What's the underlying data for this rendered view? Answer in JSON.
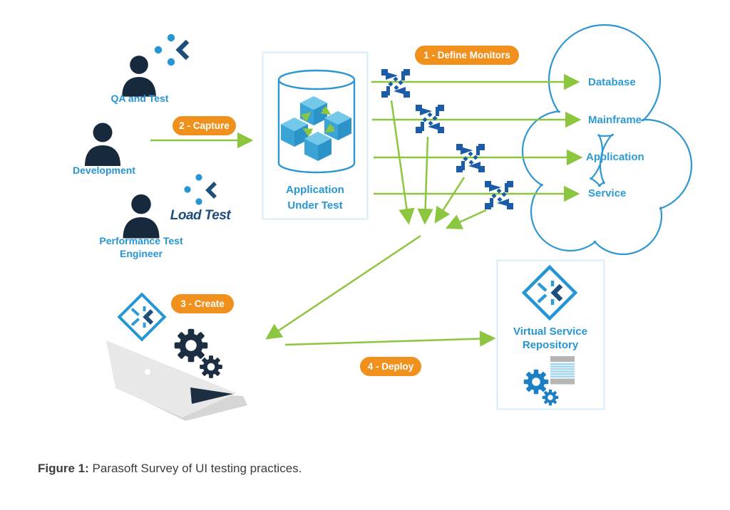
{
  "figure_caption": {
    "prefix": "Figure 1:",
    "text": " Parasoft Survey of UI testing practices."
  },
  "actors": {
    "qa": "QA and Test",
    "development": "Development",
    "performance": "Performance Test\nEngineer"
  },
  "logos": {
    "load_test": "Load Test"
  },
  "steps": {
    "define_monitors": "1 - Define Monitors",
    "capture": "2 - Capture",
    "create": "3 - Create",
    "deploy": "4 - Deploy"
  },
  "nodes": {
    "aut": "Application\nUnder Test",
    "repository": "Virtual Service\nRepository"
  },
  "cloud": {
    "endpoints": [
      "Database",
      "Mainframe",
      "Application",
      "Service"
    ]
  },
  "icons": {
    "person-icon": "dark navy user silhouette",
    "soatest-icon": "three blue dots with navy left chevron",
    "loadtest-icon": "three blue dots with navy left chevron",
    "monitor-icon": "blue corner-bracket message monitor glyph",
    "virtualize-diamond-icon": "blue diamond with arrows mark",
    "cube-icon": "3D blue cube",
    "cloud-icon": "outlined cloud",
    "cylinder-icon": "outlined database cylinder",
    "laptop-icon": "gray laptop",
    "gear-icon": "cog wheel",
    "virtual-asset-file-icon": "striped document with gears"
  },
  "colors": {
    "badge_orange": "#f0911e",
    "arrow_green": "#8cc63f",
    "brand_blue": "#2596d3",
    "dark_navy": "#17293c",
    "monitor_blue": "#1a5ca8",
    "outline_blue": "#2e96d1",
    "box_border": "#d7edf8"
  }
}
